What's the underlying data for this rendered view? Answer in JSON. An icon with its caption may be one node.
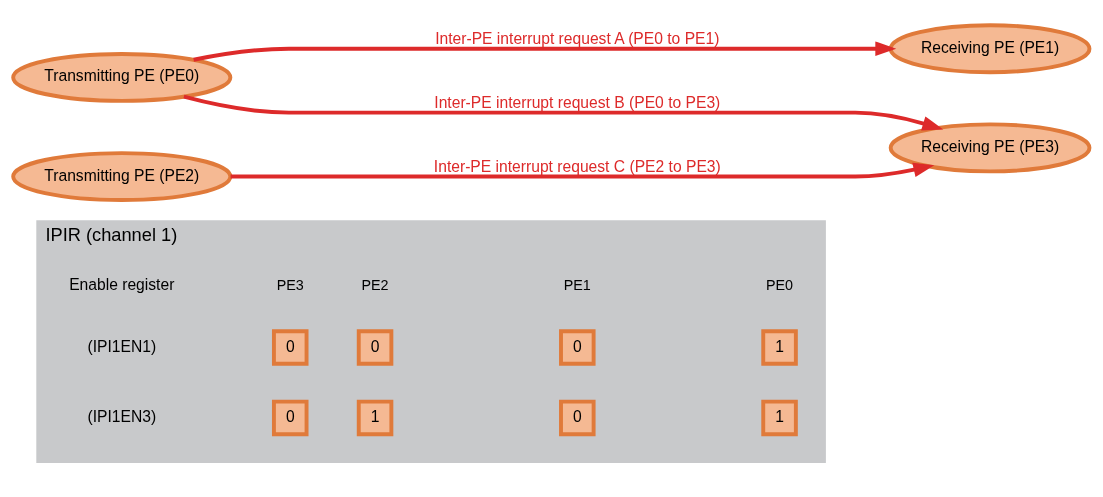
{
  "diagram": {
    "nodes": [
      {
        "text": [
          "IPIR (channel 1)"
        ]
      },
      {
        "text": [
          "Transmitting PE (PE0)"
        ]
      },
      {
        "text": [
          "Receiving PE (PE1)"
        ]
      },
      {
        "text": [
          "Transmitting PE (PE2)"
        ]
      },
      {
        "text": [
          "Receiving PE (PE3)"
        ]
      },
      {
        "text": [
          "0"
        ],
        "in": 0
      },
      {
        "text": [
          "0"
        ],
        "in": 0
      },
      {
        "text": [
          "0"
        ],
        "in": 0
      },
      {
        "text": [
          "1"
        ],
        "in": 0
      },
      {
        "text": [
          "0"
        ],
        "in": 0
      },
      {
        "text": [
          "1"
        ],
        "in": 0
      },
      {
        "text": [
          "0"
        ],
        "in": 0
      },
      {
        "text": [
          "1"
        ],
        "in": 0
      }
    ],
    "edges": [
      {
        "from": 1,
        "to": 2,
        "arrow": "to",
        "label": "Inter-PE interrupt request A (PE0 to PE1)"
      },
      {
        "from": 1,
        "to": 4,
        "arrow": "to",
        "label": "Inter-PE interrupt request B (PE0 to PE3)"
      },
      {
        "from": 3,
        "to": 4,
        "arrow": "to",
        "label": "Inter-PE interrupt request C (PE2 to PE3)"
      }
    ],
    "labels": [
      "Enable register",
      "PE3",
      "PE2",
      "PE1",
      "PE0",
      "(IPI1EN1)",
      "(IPI1EN3)"
    ]
  }
}
